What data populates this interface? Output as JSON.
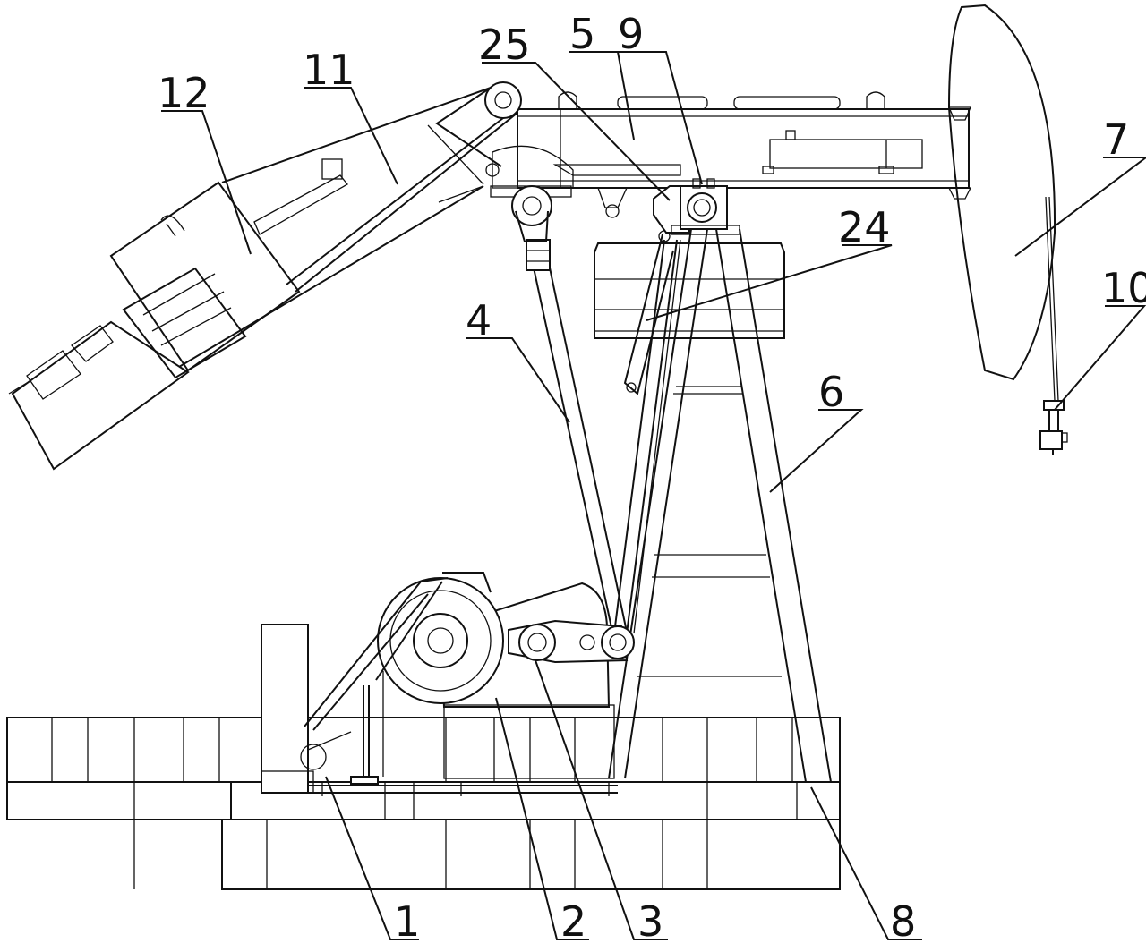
{
  "labels": {
    "l1": "1",
    "l2": "2",
    "l3": "3",
    "l4": "4",
    "l5": "5",
    "l6": "6",
    "l7": "7",
    "l8": "8",
    "l9": "9",
    "l10": "10",
    "l11": "11",
    "l12": "12",
    "l24": "24",
    "l25": "25"
  }
}
